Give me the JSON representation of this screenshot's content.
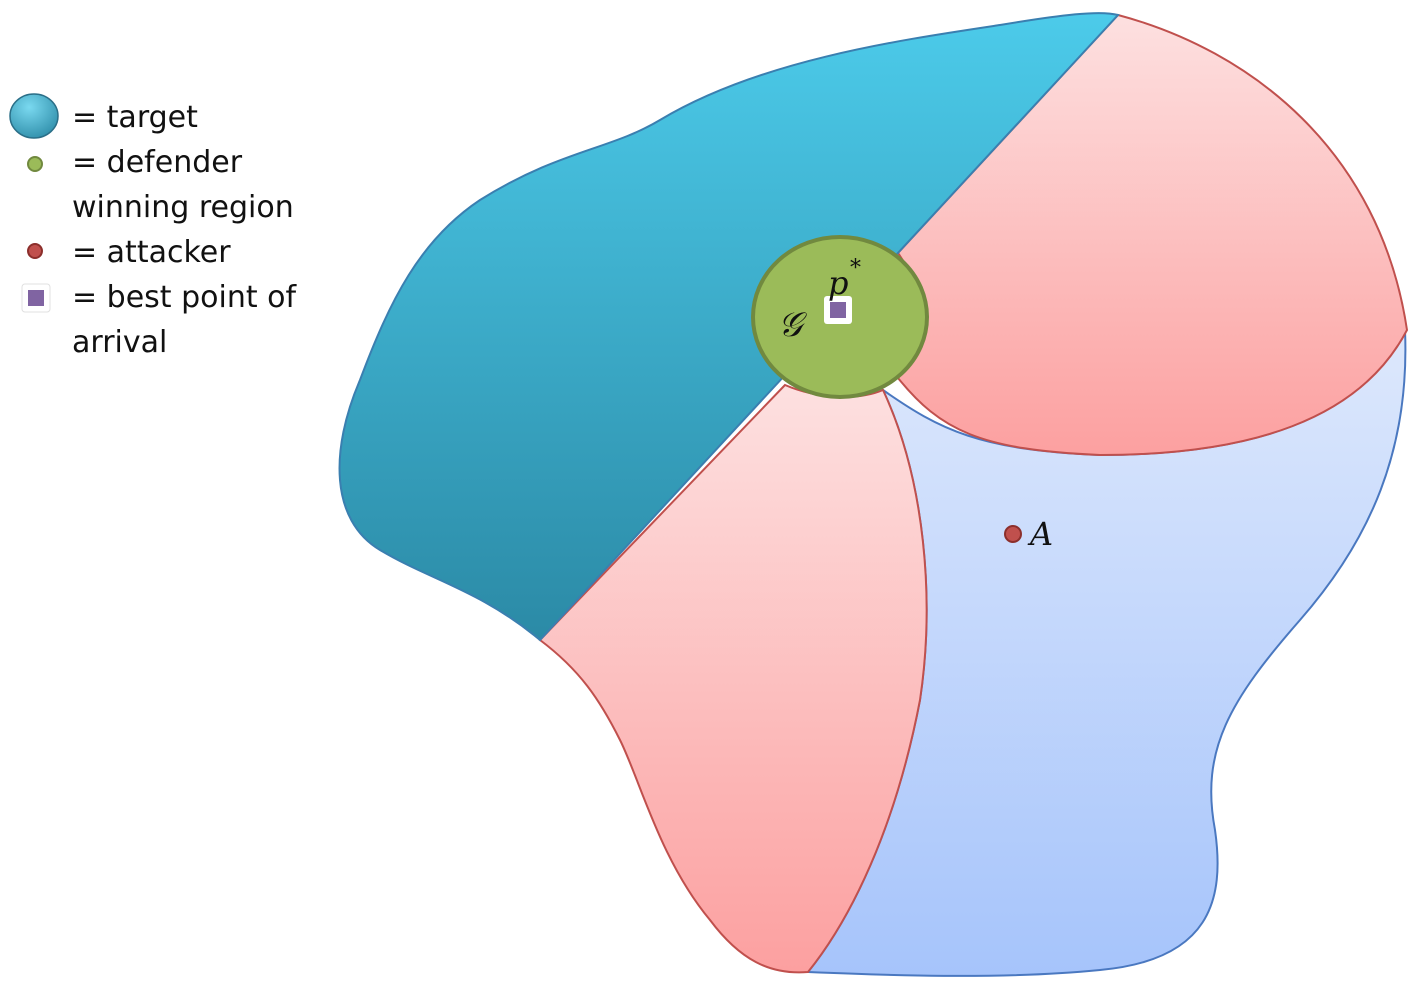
{
  "legend": {
    "items": [
      {
        "icon": "target-swatch-icon",
        "lines": [
          "= target"
        ]
      },
      {
        "icon": "defender-region-swatch-icon",
        "lines": [
          "= defender",
          "winning region"
        ]
      },
      {
        "icon": "attacker-swatch-icon",
        "lines": [
          "= attacker"
        ]
      },
      {
        "icon": "best-point-swatch-icon",
        "lines": [
          "= best point of",
          "arrival"
        ]
      }
    ]
  },
  "labels": {
    "defender_region": "𝒢",
    "best_point_base": "p",
    "best_point_sup": "*",
    "attacker": "A"
  },
  "colors": {
    "target": "#2e93b0",
    "defender_region": "#9bbb59",
    "attacker": "#c0504d",
    "best_point": "#8064a2",
    "pink_region": "#fbb4b4",
    "blue_region": "#b6cdf7"
  }
}
